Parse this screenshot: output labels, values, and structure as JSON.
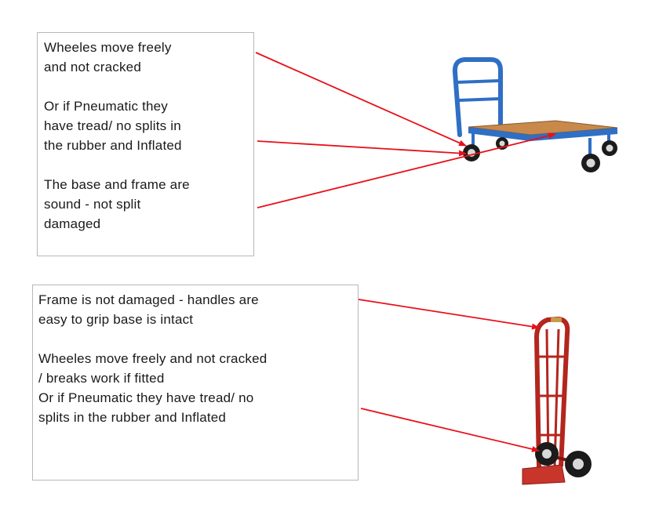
{
  "top_callout": {
    "paragraphs": [
      "Wheeles move freely\nand not cracked",
      "Or if Pneumatic they\nhave tread/ no splits in\nthe rubber and Inflated",
      "The base and frame are\nsound - not split\ndamaged"
    ]
  },
  "bottom_callout": {
    "paragraphs": [
      "Frame is not damaged - handles are\neasy to grip base is intact",
      "Wheeles move freely and not cracked\n/ breaks work if fitted\nOr if Pneumatic they have tread/ no\nsplits in the rubber and Inflated"
    ]
  },
  "colors": {
    "arrow": "#e8101a",
    "trolley_frame": "#2f6fc4",
    "trolley_deck": "#c8894a",
    "sack_truck_frame": "#b3261e",
    "wheel_tyre": "#1b1b1b",
    "wheel_hub": "#d8d8d8"
  },
  "images": [
    "flatbed-trolley",
    "sack-truck"
  ]
}
